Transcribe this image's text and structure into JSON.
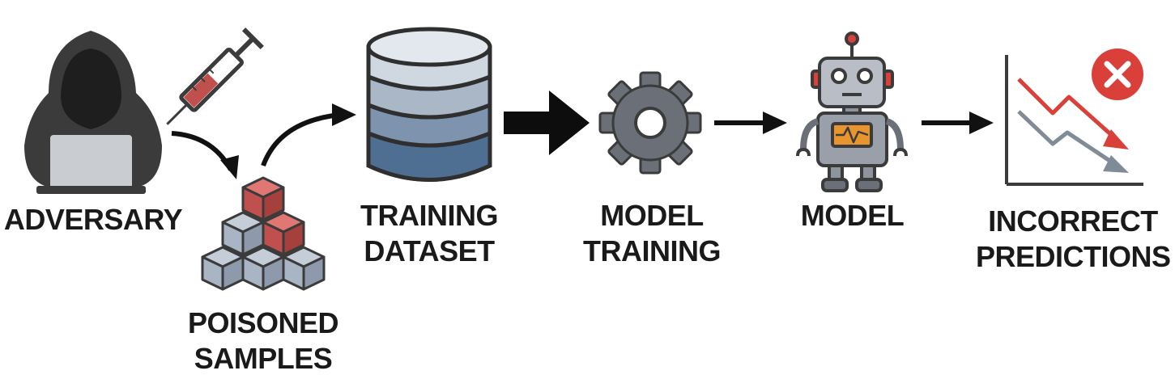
{
  "nodes": {
    "adversary": {
      "label": "ADVERSARY"
    },
    "poisoned_samples": {
      "line1": "POISONED",
      "line2": "SAMPLES"
    },
    "training_dataset": {
      "line1": "TRAINING",
      "line2": "DATASET"
    },
    "model_training": {
      "line1": "MODEL",
      "line2": "TRAINING"
    },
    "model": {
      "label": "MODEL"
    },
    "incorrect_predictions": {
      "line1": "INCORRECT",
      "line2": "PREDICTIONS"
    }
  },
  "icons": [
    "hooded-hacker-icon",
    "syringe-icon",
    "cube-stack-icon",
    "database-icon",
    "gear-icon",
    "robot-icon",
    "declining-chart-icon",
    "error-x-icon"
  ],
  "colors": {
    "dark": "#3b3b3b",
    "poison_red": "#c0504d",
    "cube_gray": "#a9b4c4",
    "db_blue": "#4f6f92",
    "robot_orange": "#e8952f",
    "error_red": "#d9403a"
  }
}
